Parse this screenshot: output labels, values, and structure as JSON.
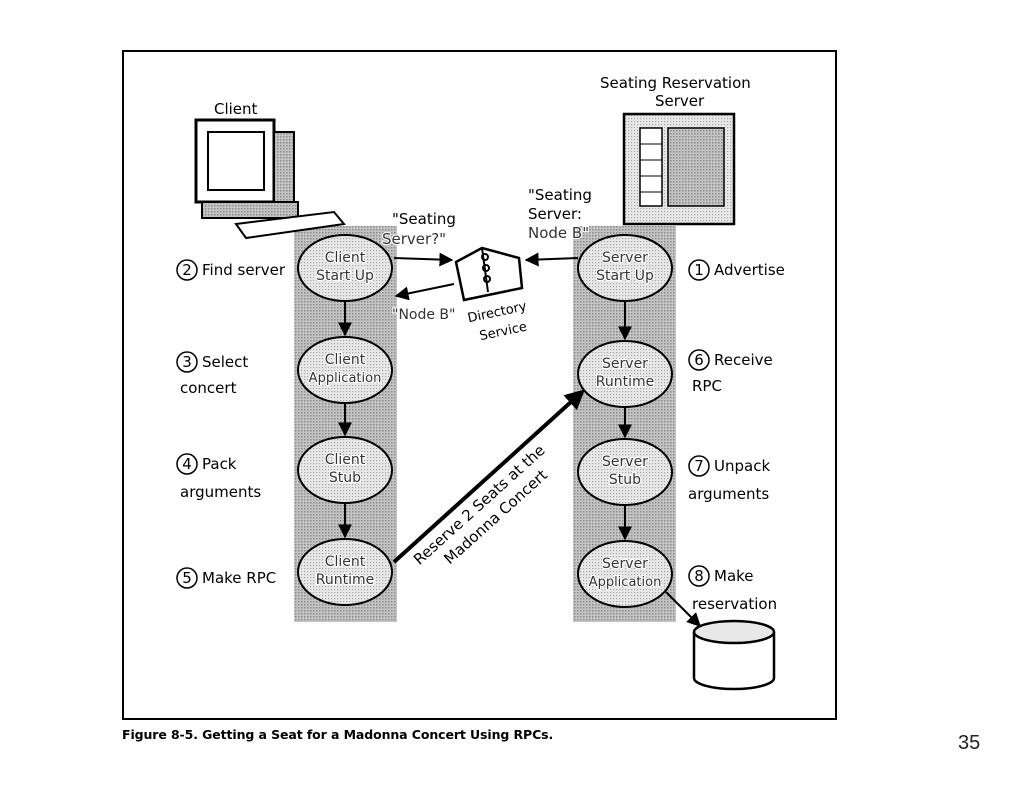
{
  "diagram": {
    "client_label": "Client",
    "server_label_line1": "Seating Reservation",
    "server_label_line2": "Server",
    "directory_label_line1": "Directory",
    "directory_label_line2": "Service",
    "query_line1": "\"Seating",
    "query_line2": "Server?\"",
    "reply": "\"Node B\"",
    "advertise_line1": "\"Seating",
    "advertise_line2": "Server:",
    "advertise_line3": "Node B\"",
    "rpc_line1": "Reserve 2 Seats at the",
    "rpc_line2": "Madonna Concert",
    "client_nodes": [
      {
        "line1": "Client",
        "line2": "Start Up"
      },
      {
        "line1": "Client",
        "line2": "Application"
      },
      {
        "line1": "Client",
        "line2": "Stub"
      },
      {
        "line1": "Client",
        "line2": "Runtime"
      }
    ],
    "server_nodes": [
      {
        "line1": "Server",
        "line2": "Start Up"
      },
      {
        "line1": "Server",
        "line2": "Runtime"
      },
      {
        "line1": "Server",
        "line2": "Stub"
      },
      {
        "line1": "Server",
        "line2": "Application"
      }
    ],
    "client_steps": [
      {
        "num": "2",
        "line1": "Find server",
        "line2": ""
      },
      {
        "num": "3",
        "line1": "Select",
        "line2": "concert"
      },
      {
        "num": "4",
        "line1": "Pack",
        "line2": "arguments"
      },
      {
        "num": "5",
        "line1": "Make RPC",
        "line2": ""
      }
    ],
    "server_steps": [
      {
        "num": "1",
        "line1": "Advertise",
        "line2": ""
      },
      {
        "num": "6",
        "line1": "Receive",
        "line2": "RPC"
      },
      {
        "num": "7",
        "line1": "Unpack",
        "line2": "arguments"
      },
      {
        "num": "8",
        "line1": "Make",
        "line2": "reservation"
      }
    ]
  },
  "caption": "Figure 8-5.  Getting a Seat for a Madonna Concert Using RPCs.",
  "page_number": "35"
}
